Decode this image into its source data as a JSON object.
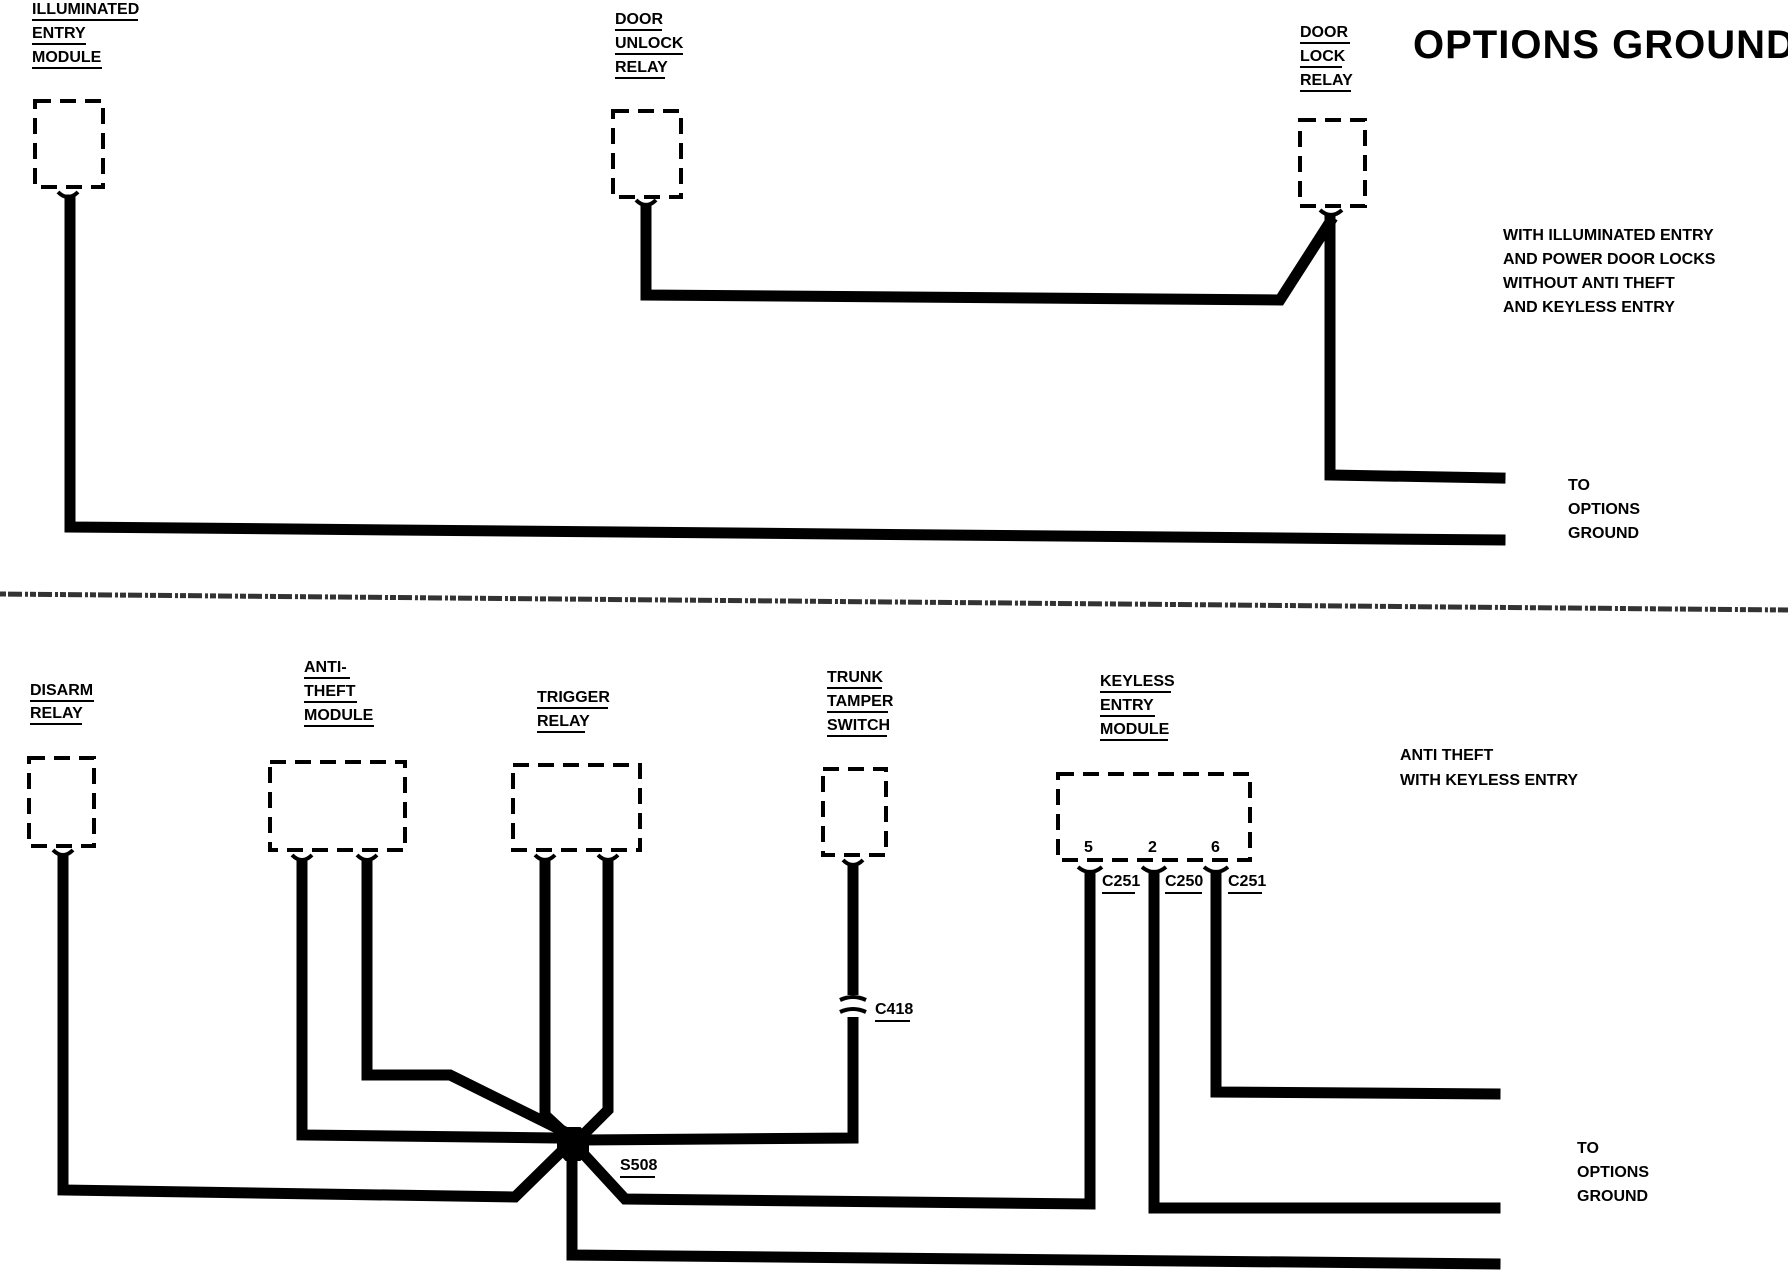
{
  "title": "OPTIONS GROUND",
  "top_section": {
    "components": [
      {
        "lines": [
          "ILLUMINATED",
          "ENTRY",
          "MODULE"
        ]
      },
      {
        "lines": [
          "DOOR",
          "UNLOCK",
          "RELAY"
        ]
      },
      {
        "lines": [
          "DOOR",
          "LOCK",
          "RELAY"
        ]
      }
    ],
    "condition_lines": [
      "WITH ILLUMINATED ENTRY",
      "AND POWER DOOR LOCKS",
      "WITHOUT ANTI THEFT",
      "AND KEYLESS ENTRY"
    ],
    "destination_lines": [
      "TO",
      "OPTIONS",
      "GROUND"
    ]
  },
  "bottom_section": {
    "components": [
      {
        "lines": [
          "DISARM",
          "RELAY"
        ]
      },
      {
        "lines": [
          "ANTI-",
          "THEFT",
          "MODULE"
        ]
      },
      {
        "lines": [
          "TRIGGER",
          "RELAY"
        ]
      },
      {
        "lines": [
          "TRUNK",
          "TAMPER",
          "SWITCH"
        ]
      },
      {
        "lines": [
          "KEYLESS",
          "ENTRY",
          "MODULE"
        ]
      }
    ],
    "condition_lines": [
      "ANTI THEFT",
      "WITH KEYLESS ENTRY"
    ],
    "pins": [
      "5",
      "2",
      "6"
    ],
    "connectors": [
      "C251",
      "C250",
      "C251",
      "C418"
    ],
    "splice": "S508",
    "destination_lines": [
      "TO",
      "OPTIONS",
      "GROUND"
    ]
  }
}
